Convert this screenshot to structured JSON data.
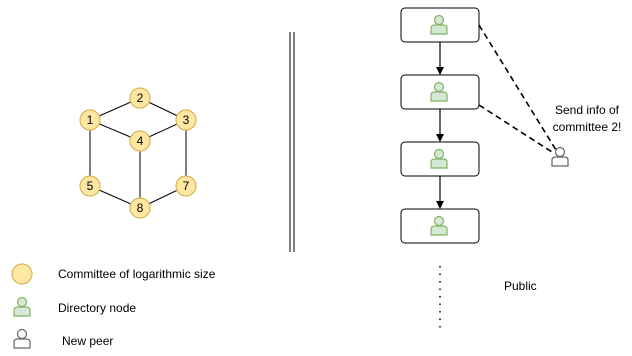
{
  "cube": {
    "nodes": [
      "1",
      "2",
      "3",
      "4",
      "5",
      "7",
      "8"
    ],
    "node_fill": "#ffe7a3",
    "node_stroke": "#d6b656"
  },
  "legend": {
    "committee_label": "Committee of logarithmic size",
    "directory_label": "Directory node",
    "new_peer_label": "New peer"
  },
  "chain": {
    "box_count": 4,
    "directory_color": "#82b366",
    "directory_fill": "#d5e8d4",
    "new_peer_color": "#666666"
  },
  "annotations": {
    "send_info_line1": "Send info of",
    "send_info_line2": "committee 2!",
    "public_label": "Public"
  }
}
